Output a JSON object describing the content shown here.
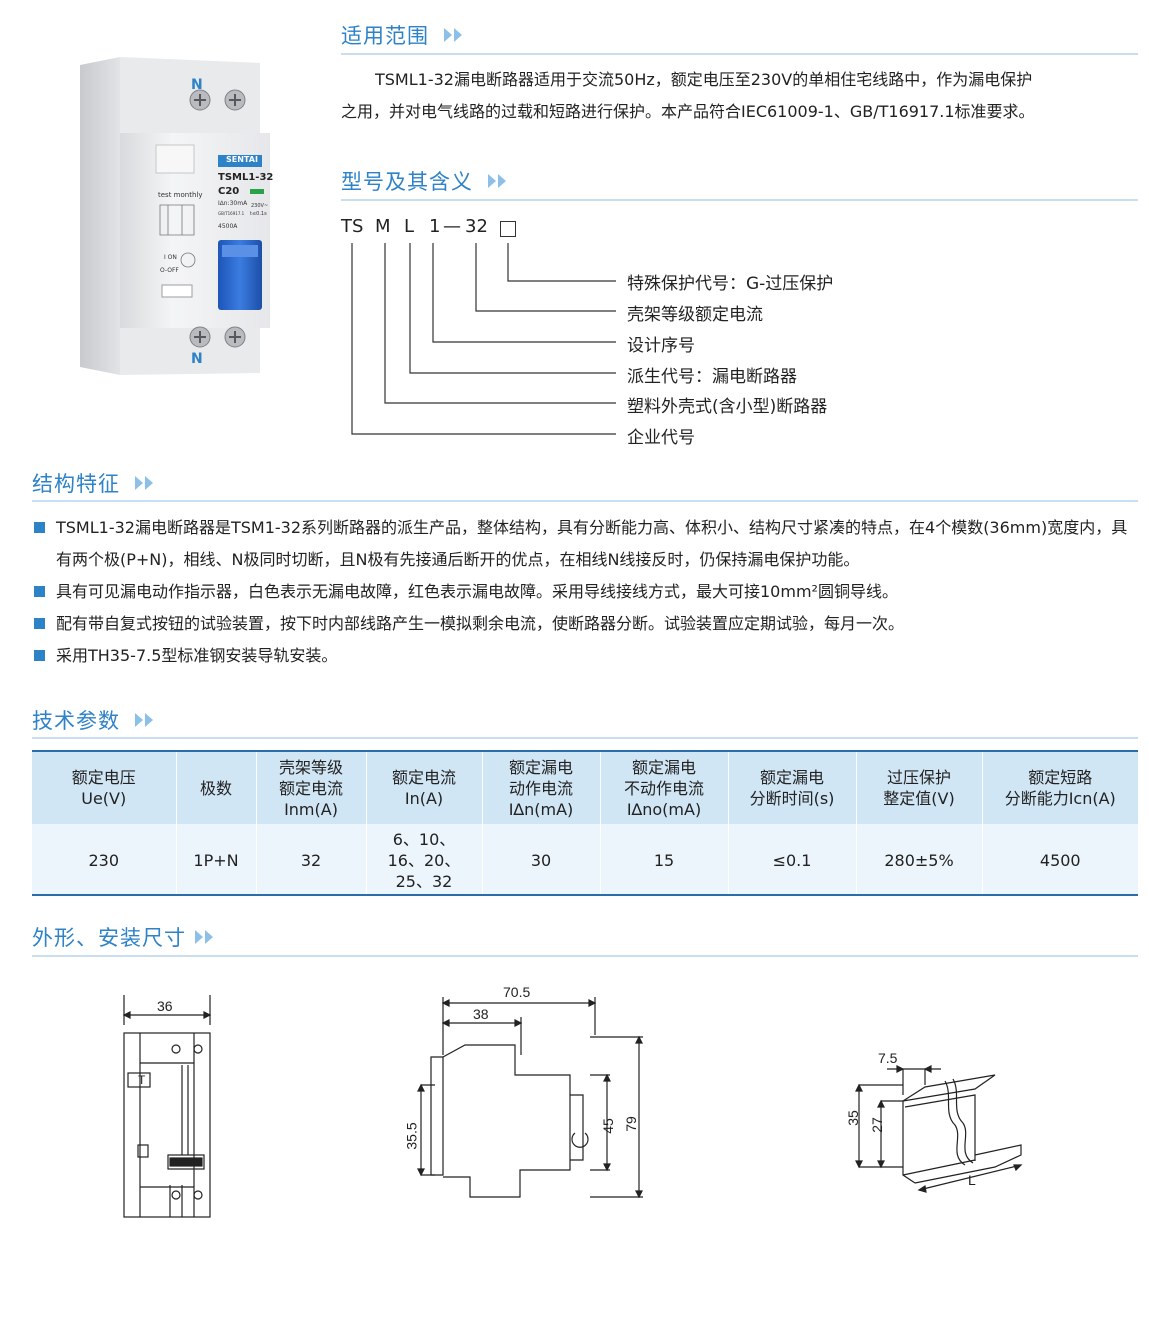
{
  "sections": {
    "scope": "适用范围",
    "model": "型号及其含义",
    "structure": "结构特征",
    "tech": "技术参数",
    "dims": "外形、安装尺寸"
  },
  "scope_text": {
    "line1": "TSML1-32漏电断路器适用于交流50Hz，额定电压至230V的单相住宅线路中，作为漏电保护",
    "line2": "之用，并对电气线路的过载和短路进行保护。本产品符合IEC61009-1、GB/T16917.1标准要求。"
  },
  "model_code": {
    "p1": "TS",
    "p2": "M",
    "p3": "L",
    "p4": "1",
    "p5": "—",
    "p6": "32"
  },
  "model_meanings": [
    "特殊保护代号：G-过压保护",
    "壳架等级额定电流",
    "设计序号",
    "派生代号：漏电断路器",
    "塑料外壳式(含小型)断路器",
    "企业代号"
  ],
  "structure_items": [
    "TSML1-32漏电断路器是TSM1-32系列断路器的派生产品，整体结构，具有分断能力高、体积小、结构尺寸紧凑的特点，在4个模数(36mm)宽度内，具有两个极(P+N)，相线、N极同时切断，且N极有先接通后断开的优点，在相线N线接反时，仍保持漏电保护功能。",
    "具有可见漏电动作指示器，白色表示无漏电故障，红色表示漏电故障。采用导线接线方式，最大可接10mm²圆铜导线。",
    "配有带自复式按钮的试验装置，按下时内部线路产生一模拟剩余电流，使断路器分断。试验装置应定期试验，每月一次。",
    "采用TH35-7.5型标准钢安装导轨安装。"
  ],
  "table": {
    "headers": [
      [
        "额定电压",
        "Ue(V)"
      ],
      [
        "极数"
      ],
      [
        "壳架等级",
        "额定电流",
        "Inm(A)"
      ],
      [
        "额定电流",
        "In(A)"
      ],
      [
        "额定漏电",
        "动作电流",
        "I∆n(mA)"
      ],
      [
        "额定漏电",
        "不动作电流",
        "I∆no(mA)"
      ],
      [
        "额定漏电",
        "分断时间(s)"
      ],
      [
        "过压保护",
        "整定值(V)"
      ],
      [
        "额定短路",
        "分断能力Icn(A)"
      ]
    ],
    "row": [
      [
        "230"
      ],
      [
        "1P+N"
      ],
      [
        "32"
      ],
      [
        "6、10、",
        "16、20、",
        "25、32"
      ],
      [
        "30"
      ],
      [
        "15"
      ],
      [
        "≤0.1"
      ],
      [
        "280±5%"
      ],
      [
        "4500"
      ]
    ]
  },
  "product_photo": {
    "terminal_top": "N",
    "terminal_bottom": "N",
    "brand": "SENTAI",
    "model": "TSML1-32",
    "rating": "C20",
    "test_label": "test monthly",
    "spec_line1": "I∆n:30mA",
    "spec_line2": "230V~",
    "spec_line3": "t≤0.1s",
    "spec_line4": "GB/T16917.1",
    "spec_line5": "4500A",
    "on_label": "I ON",
    "off_label": "O-OFF"
  },
  "dims": {
    "front_width": "36",
    "front_t": "T",
    "side_total": "70.5",
    "side_partial": "38",
    "side_height_left": "35.5",
    "side_height_mid": "45",
    "side_height_total": "79",
    "rail_width": "7.5",
    "rail_h1": "35",
    "rail_h2": "27",
    "rail_len": "L"
  },
  "colors": {
    "accent": "#2e82c8",
    "table_header": "#d1e6f5",
    "table_body": "#edf5fc",
    "table_border": "#2a6da8",
    "handle_blue": "#2f6fd1"
  }
}
